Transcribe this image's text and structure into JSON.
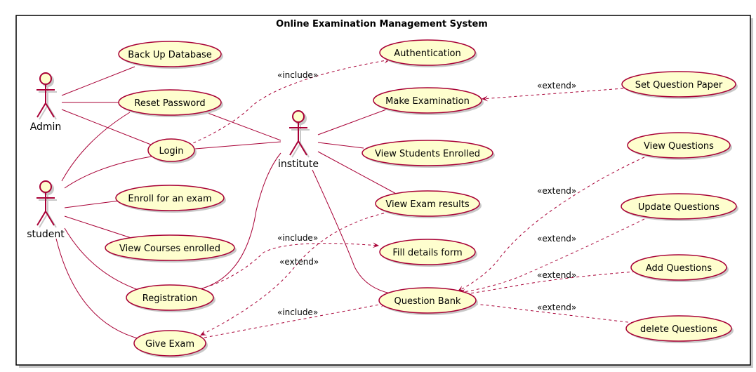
{
  "diagram": {
    "title": "Online Examination Management System",
    "actors": {
      "admin": "Admin",
      "student": "student",
      "institute": "institute"
    },
    "use_cases": {
      "backup": "Back Up Database",
      "reset": "Reset Password",
      "login": "Login",
      "enroll": "Enroll for an exam",
      "courses": "View Courses enrolled",
      "registration": "Registration",
      "give_exam": "Give Exam",
      "auth": "Authentication",
      "make_exam": "Make Examination",
      "view_enrolled": "View Students Enrolled",
      "results": "View Exam results",
      "fill_form": "Fill details form",
      "qbank": "Question Bank",
      "set_paper": "Set Question Paper",
      "view_q": "View Questions",
      "update_q": "Update Questions",
      "add_q": "Add Questions",
      "delete_q": "delete Questions"
    },
    "stereotypes": {
      "login_auth": "«include»",
      "reg_fill": "«include»",
      "give_qbank": "«include»",
      "results_give": "«extend»",
      "set_make": "«extend»",
      "viewq_qbank": "«extend»",
      "updateq_qbank": "«extend»",
      "addq_qbank": "«extend»",
      "deleteq_qbank": "«extend»"
    },
    "colors": {
      "border": "#A80036",
      "usecase_fill": "#FEFECE",
      "frame": "#000000",
      "shadow": "#C8C8C8"
    }
  }
}
